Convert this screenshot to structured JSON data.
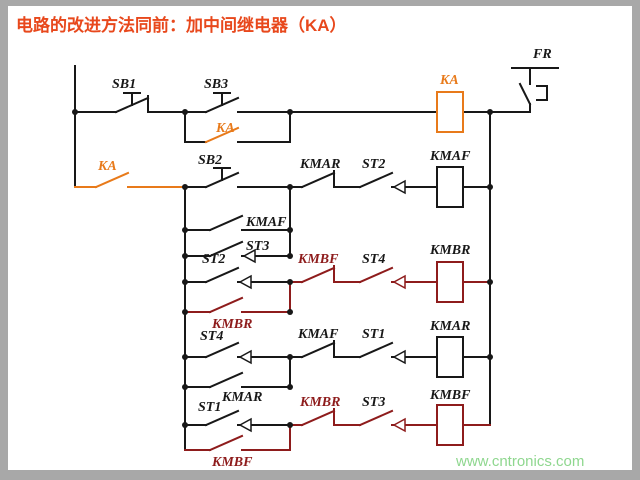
{
  "title": "电路的改进方法同前：加中间继电器（KA）",
  "watermark": "www.cntronics.com",
  "colors": {
    "frame_gray": "#a8a8a8",
    "canvas_white": "#ffffff",
    "wire_black": "#181818",
    "ka_orange": "#e87a1a",
    "brake_dark_red": "#8e1c1c",
    "title_red_orange": "#e8481c",
    "watermark_green": "#8fd78f"
  },
  "labels": {
    "fr": "FR",
    "sb1": "SB1",
    "sb3": "SB3",
    "ka_latch": "KA",
    "ka_coil": "KA",
    "ka_contact": "KA",
    "sb2": "SB2",
    "kmaf_latch": "KMAF",
    "st3_branch": "ST3",
    "kmar_interlock": "KMAR",
    "st2_series": "ST2",
    "kmaf_coil": "KMAF",
    "st2_input": "ST2",
    "kmbr_latch": "KMBR",
    "kmbf_interlock": "KMBF",
    "st4_series": "ST4",
    "kmbr_coil": "KMBR",
    "st4_input": "ST4",
    "kmar_latch": "KMAR",
    "kmaf_interlock": "KMAF",
    "st1_series": "ST1",
    "kmar_coil": "KMAR",
    "st1_input": "ST1",
    "kmbf_latch": "KMBF",
    "kmbr_interlock": "KMBR",
    "st3_series": "ST3",
    "kmbf_coil": "KMBF"
  }
}
